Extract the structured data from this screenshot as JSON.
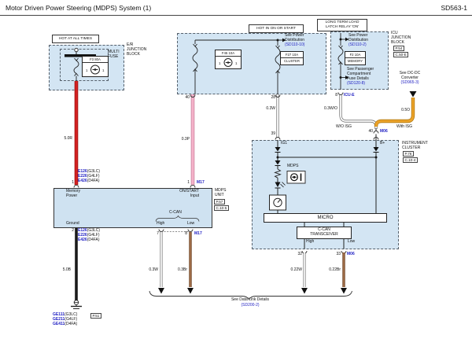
{
  "header": {
    "title": "Motor Driven Power Steering (MDPS) System (1)",
    "code": "SD563-1"
  },
  "er": {
    "hot": "HOT AT ALL TIMES",
    "block": [
      "E/R",
      "JUNCTION",
      "BLOCK"
    ],
    "multi": [
      "MULTI",
      "FUSE"
    ],
    "fuse": "F3 80A"
  },
  "ign": {
    "hot": "HOT IN ON OR START",
    "fuse1": "F45 10A",
    "fuse2": "F27 10A",
    "fuse2_name": "CLUSTER",
    "see_power": [
      "See Power",
      "Distribution",
      "(SD110-10)"
    ]
  },
  "icu": {
    "relay": [
      "LONG TERM LOAD",
      "LATCH RELAY 'ON'"
    ],
    "see_power": [
      "See Power",
      "Distribution",
      "(SD110-2)"
    ],
    "fuse": "F2 10A",
    "fuse_name": "MEMORY",
    "see_fuse": [
      "See Passenger",
      "Compartment",
      "Fuse Details",
      "(SD120-8)"
    ],
    "block": [
      "ICU",
      "JUNCTION",
      "BLOCK"
    ],
    "page": "P.54",
    "ref": "C.50-E",
    "pin": "8",
    "connector": "ICU-E"
  },
  "isg": {
    "wo_size": "0.3W/O",
    "wo_label": "W/O ISG",
    "dcdc": [
      "See DC-DC",
      "Converter",
      "(SD965-3)"
    ],
    "o_size": "0.5O",
    "with_label": "With ISG",
    "pin": "40",
    "connector": "M06"
  },
  "cluster": {
    "name": [
      "INSTRUMENT",
      "CLUSTER"
    ],
    "page": "P.76",
    "ref": "C.10-4",
    "pin39": "39",
    "ig1": "IG1",
    "bplus": "B+",
    "mdps_lamp": "MDPS",
    "micro": "MICRO",
    "transceiver": [
      "C-CAN",
      "TRANSCEIVER"
    ],
    "high": "High",
    "low": "Low",
    "pin32": "32",
    "pin33": "33",
    "connector": "M06",
    "high_size": "0.22W",
    "low_size": "0.22Br"
  },
  "ign_feed": {
    "pin28": "28",
    "size": "0.3W",
    "pin40": "40",
    "pink_size": "0.3P",
    "pin1": "1",
    "connector": "M17"
  },
  "mdps": {
    "red_size": "5.0R",
    "pin1": "1",
    "pin2": "2",
    "connectors": [
      "E126",
      "E226",
      "E426"
    ],
    "engines": [
      "(G3LC)",
      "(G4LF)",
      "(D4FA)"
    ],
    "memory": [
      "Memory",
      "Power"
    ],
    "onstart": [
      "ON/START",
      "Input"
    ],
    "ground": "Ground",
    "ccan": "C-CAN",
    "high": "High",
    "low": "Low",
    "name": [
      "MDPS",
      "UNIT"
    ],
    "page": "P.57",
    "ref": "C.10-5",
    "black_size": "5.0B",
    "gnd_connectors": [
      "GE111",
      "GE211",
      "GE411"
    ],
    "gnd_page": "P.51",
    "pin7": "7",
    "pin8": "8",
    "connector_m17": "M17",
    "high_size": "0.3W",
    "low_size": "0.3Br"
  },
  "footer": {
    "text": "See Data Link Details",
    "ref": "(SD200-2)"
  }
}
